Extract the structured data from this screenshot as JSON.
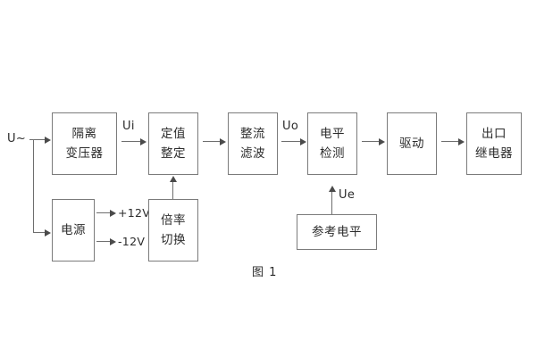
{
  "figure": {
    "caption": "图 1",
    "background_color": "#ffffff",
    "box_border_color": "#7b7b7b",
    "line_color": "#6e6e6e",
    "text_color": "#2b2b2b"
  },
  "blocks": {
    "isolation_transformer": {
      "line1": "隔离",
      "line2": "变压器"
    },
    "setting_value": {
      "line1": "定值",
      "line2": "整定"
    },
    "rectify_filter": {
      "line1": "整流",
      "line2": "滤波"
    },
    "level_detect": {
      "line1": "电平",
      "line2": "检测"
    },
    "drive": {
      "line1": "驱动"
    },
    "output_relay": {
      "line1": "出口",
      "line2": "继电器"
    },
    "power_supply": {
      "line1": "电源"
    },
    "multiplier_switch": {
      "line1": "倍率",
      "line2": "切换"
    },
    "reference_level": {
      "line1": "参考电平"
    }
  },
  "labels": {
    "input_source": "U~",
    "ui": "Ui",
    "uo": "Uo",
    "ue": "Ue",
    "rail_positive": "+12V",
    "rail_negative": "-12V"
  }
}
